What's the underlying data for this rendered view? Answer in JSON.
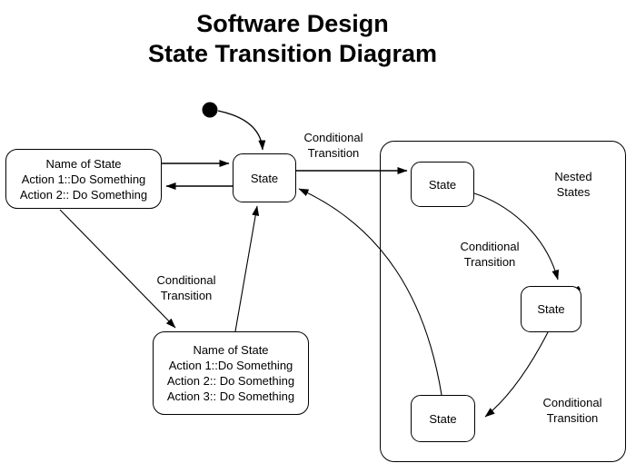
{
  "title": {
    "line1": "Software Design",
    "line2": "State Transition Diagram"
  },
  "colors": {
    "line": "#000000",
    "text": "#000000",
    "background": "#ffffff"
  },
  "boxes": {
    "left_state": {
      "title": "Name of State",
      "actions": [
        "Action 1::Do Something",
        "Action 2:: Do Something"
      ]
    },
    "center_state": {
      "label": "State"
    },
    "bottom_state": {
      "title": "Name of State",
      "actions": [
        "Action 1::Do Something",
        "Action 2:: Do Something",
        "Action 3:: Do Something"
      ]
    },
    "nested_group": {
      "label_line1": "Nested",
      "label_line2": "States",
      "state_top": {
        "label": "State"
      },
      "state_middle": {
        "label": "State"
      },
      "state_bottom": {
        "label": "State"
      }
    }
  },
  "edge_labels": {
    "center_to_nested": {
      "line1": "Conditional",
      "line2": "Transition"
    },
    "left_to_bottom": {
      "line1": "Conditional",
      "line2": "Transition"
    },
    "nested_top_to_middle": {
      "line1": "Conditional",
      "line2": "Transition"
    },
    "nested_middle_to_bottom": {
      "line1": "Conditional",
      "line2": "Transition"
    }
  }
}
